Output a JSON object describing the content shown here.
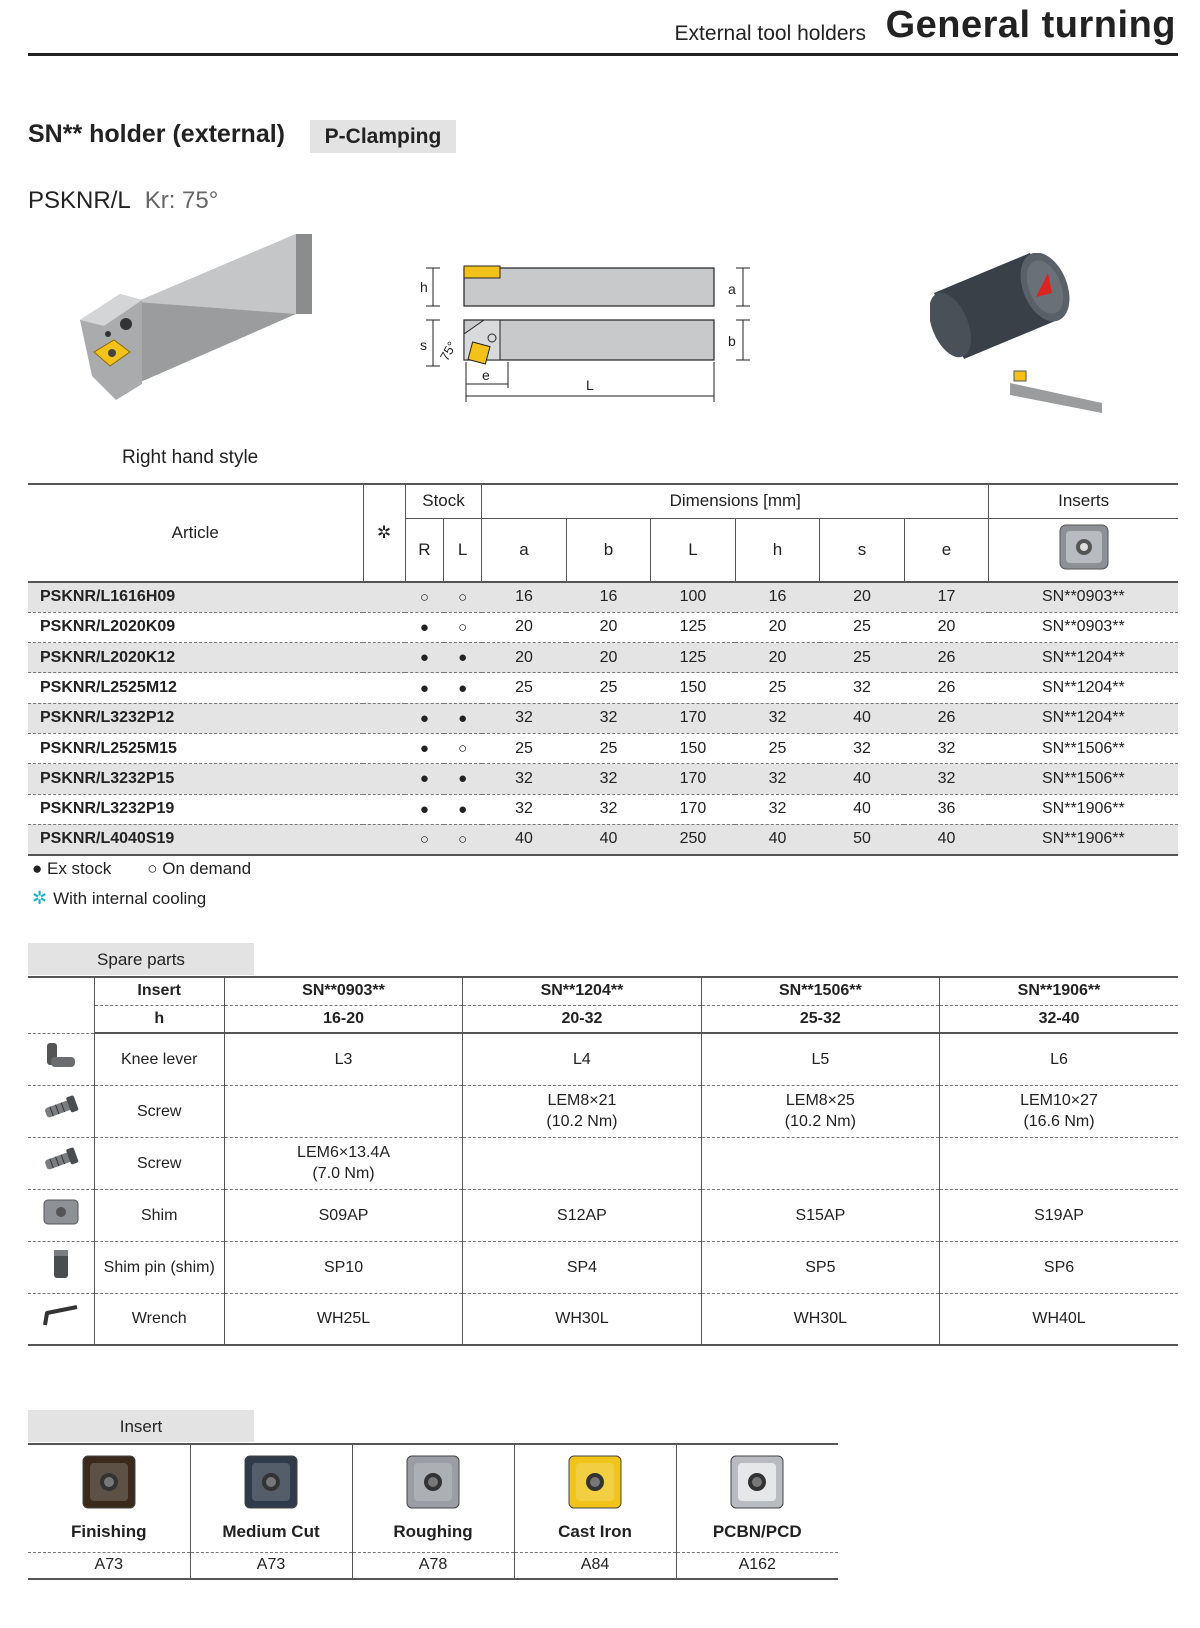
{
  "header": {
    "subtitle": "External tool holders",
    "title": "General turning"
  },
  "product": {
    "title": "SN** holder (external)",
    "clamping": "P-Clamping",
    "model": "PSKNR/L",
    "kr": "Kr: 75°",
    "image_caption": "Right hand style",
    "drawing_labels": {
      "h": "h",
      "s": "s",
      "a": "a",
      "b": "b",
      "e": "e",
      "L": "L",
      "angle": "75°"
    }
  },
  "main_table": {
    "col_article": "Article",
    "cooling_symbol": "✲",
    "group_stock": "Stock",
    "group_dimensions": "Dimensions [mm]",
    "group_inserts": "Inserts",
    "stock_cols": [
      "R",
      "L"
    ],
    "dim_cols": [
      "a",
      "b",
      "L",
      "h",
      "s",
      "e"
    ],
    "rows": [
      {
        "article": "PSKNR/L1616H09",
        "r": "○",
        "l": "○",
        "a": "16",
        "b": "16",
        "L": "100",
        "h": "16",
        "s": "20",
        "e": "17",
        "insert": "SN**0903**"
      },
      {
        "article": "PSKNR/L2020K09",
        "r": "●",
        "l": "○",
        "a": "20",
        "b": "20",
        "L": "125",
        "h": "20",
        "s": "25",
        "e": "20",
        "insert": "SN**0903**"
      },
      {
        "article": "PSKNR/L2020K12",
        "r": "●",
        "l": "●",
        "a": "20",
        "b": "20",
        "L": "125",
        "h": "20",
        "s": "25",
        "e": "26",
        "insert": "SN**1204**"
      },
      {
        "article": "PSKNR/L2525M12",
        "r": "●",
        "l": "●",
        "a": "25",
        "b": "25",
        "L": "150",
        "h": "25",
        "s": "32",
        "e": "26",
        "insert": "SN**1204**"
      },
      {
        "article": "PSKNR/L3232P12",
        "r": "●",
        "l": "●",
        "a": "32",
        "b": "32",
        "L": "170",
        "h": "32",
        "s": "40",
        "e": "26",
        "insert": "SN**1204**"
      },
      {
        "article": "PSKNR/L2525M15",
        "r": "●",
        "l": "○",
        "a": "25",
        "b": "25",
        "L": "150",
        "h": "25",
        "s": "32",
        "e": "32",
        "insert": "SN**1506**"
      },
      {
        "article": "PSKNR/L3232P15",
        "r": "●",
        "l": "●",
        "a": "32",
        "b": "32",
        "L": "170",
        "h": "32",
        "s": "40",
        "e": "32",
        "insert": "SN**1506**"
      },
      {
        "article": "PSKNR/L3232P19",
        "r": "●",
        "l": "●",
        "a": "32",
        "b": "32",
        "L": "170",
        "h": "32",
        "s": "40",
        "e": "36",
        "insert": "SN**1906**"
      },
      {
        "article": "PSKNR/L4040S19",
        "r": "○",
        "l": "○",
        "a": "40",
        "b": "40",
        "L": "250",
        "h": "40",
        "s": "50",
        "e": "40",
        "insert": "SN**1906**"
      }
    ]
  },
  "legend": {
    "ex_stock": "● Ex stock",
    "on_demand": "○ On demand",
    "cooling_symbol": "✲",
    "cooling": "With internal cooling"
  },
  "spare_parts": {
    "tab": "Spare parts",
    "insert_label": "Insert",
    "h_label": "h",
    "inserts": [
      "SN**0903**",
      "SN**1204**",
      "SN**1506**",
      "SN**1906**"
    ],
    "h_ranges": [
      "16-20",
      "20-32",
      "25-32",
      "32-40"
    ],
    "rows": [
      {
        "icon": "knee-lever-icon",
        "name": "Knee lever",
        "values": [
          [
            "L3",
            ""
          ],
          [
            "L4",
            ""
          ],
          [
            "L5",
            ""
          ],
          [
            "L6",
            ""
          ]
        ]
      },
      {
        "icon": "screw-icon",
        "name": "Screw",
        "values": [
          [
            "",
            ""
          ],
          [
            "LEM8×21",
            "(10.2 Nm)"
          ],
          [
            "LEM8×25",
            "(10.2 Nm)"
          ],
          [
            "LEM10×27",
            "(16.6 Nm)"
          ]
        ]
      },
      {
        "icon": "screw-icon",
        "name": "Screw",
        "values": [
          [
            "LEM6×13.4A",
            "(7.0 Nm)"
          ],
          [
            "",
            ""
          ],
          [
            "",
            ""
          ],
          [
            "",
            ""
          ]
        ]
      },
      {
        "icon": "shim-icon",
        "name": "Shim",
        "values": [
          [
            "S09AP",
            ""
          ],
          [
            "S12AP",
            ""
          ],
          [
            "S15AP",
            ""
          ],
          [
            "S19AP",
            ""
          ]
        ]
      },
      {
        "icon": "shim-pin-icon",
        "name": "Shim pin (shim)",
        "values": [
          [
            "SP10",
            ""
          ],
          [
            "SP4",
            ""
          ],
          [
            "SP5",
            ""
          ],
          [
            "SP6",
            ""
          ]
        ]
      },
      {
        "icon": "wrench-icon",
        "name": "Wrench",
        "values": [
          [
            "WH25L",
            ""
          ],
          [
            "WH30L",
            ""
          ],
          [
            "WH30L",
            ""
          ],
          [
            "WH40L",
            ""
          ]
        ]
      }
    ]
  },
  "insert_section": {
    "tab": "Insert",
    "items": [
      {
        "name": "Finishing",
        "page": "A73",
        "color": "#3a2a1c"
      },
      {
        "name": "Medium Cut",
        "page": "A73",
        "color": "#2f3a4a"
      },
      {
        "name": "Roughing",
        "page": "A78",
        "color": "#9a9ea4"
      },
      {
        "name": "Cast Iron",
        "page": "A84",
        "color": "#f0c419"
      },
      {
        "name": "PCBN/PCD",
        "page": "A162",
        "color": "#b8bcc0"
      }
    ]
  },
  "colors": {
    "accent_cooling": "#19b3c3",
    "row_stripe": "#e4e4e4",
    "tab_bg": "#e3e3e3"
  }
}
